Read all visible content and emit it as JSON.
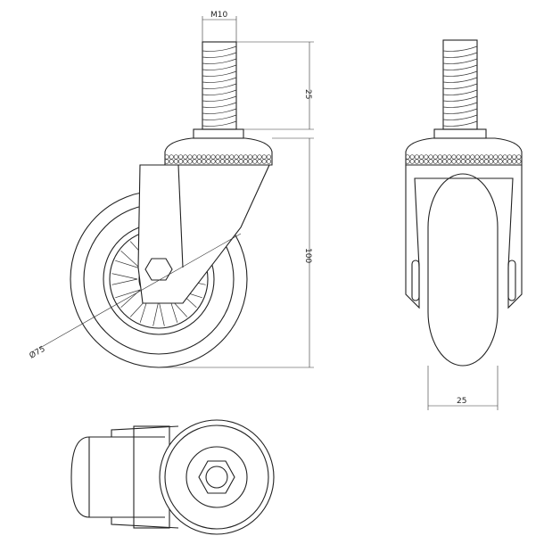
{
  "drawing": {
    "views": [
      "front-view",
      "side-view",
      "bottom-view"
    ],
    "dimensions": {
      "thread": "M10",
      "stud_length": "25",
      "overall_height": "100",
      "wheel_diameter": "Ø75",
      "wheel_width": "25"
    },
    "line_color": "#222222"
  }
}
